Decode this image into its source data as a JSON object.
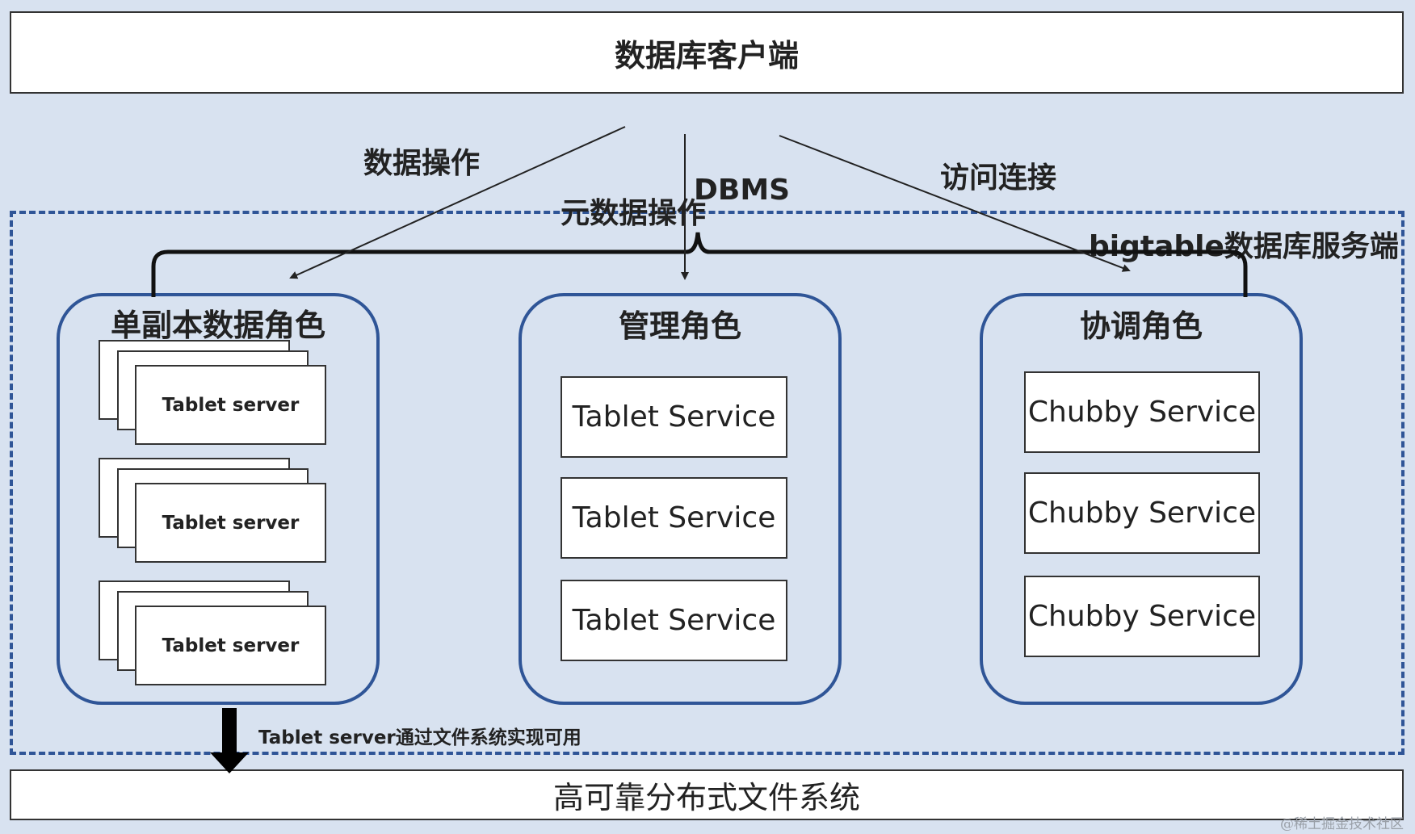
{
  "client": {
    "label": "数据库客户端"
  },
  "edges": {
    "data_op": "数据操作",
    "meta_op": "元数据操作",
    "dbms": "DBMS",
    "access": "访问连接"
  },
  "server": {
    "title": "bigtable数据库服务端"
  },
  "roles": [
    {
      "title": "单副本数据角色",
      "items": [
        "Tablet server",
        "Tablet server",
        "Tablet server"
      ]
    },
    {
      "title": "管理角色",
      "items": [
        "Tablet Service",
        "Tablet Service",
        "Tablet Service"
      ]
    },
    {
      "title": "协调角色",
      "items": [
        "Chubby Service",
        "Chubby Service",
        "Chubby Service"
      ]
    }
  ],
  "storage_note": "Tablet server通过文件系统实现可用",
  "filesystem": {
    "label": "高可靠分布式文件系统"
  },
  "watermark": "@稀土掘金技术社区",
  "colors": {
    "background": "#d8e2f0",
    "frame": "#2f5597",
    "arrows": "#2f5597"
  }
}
